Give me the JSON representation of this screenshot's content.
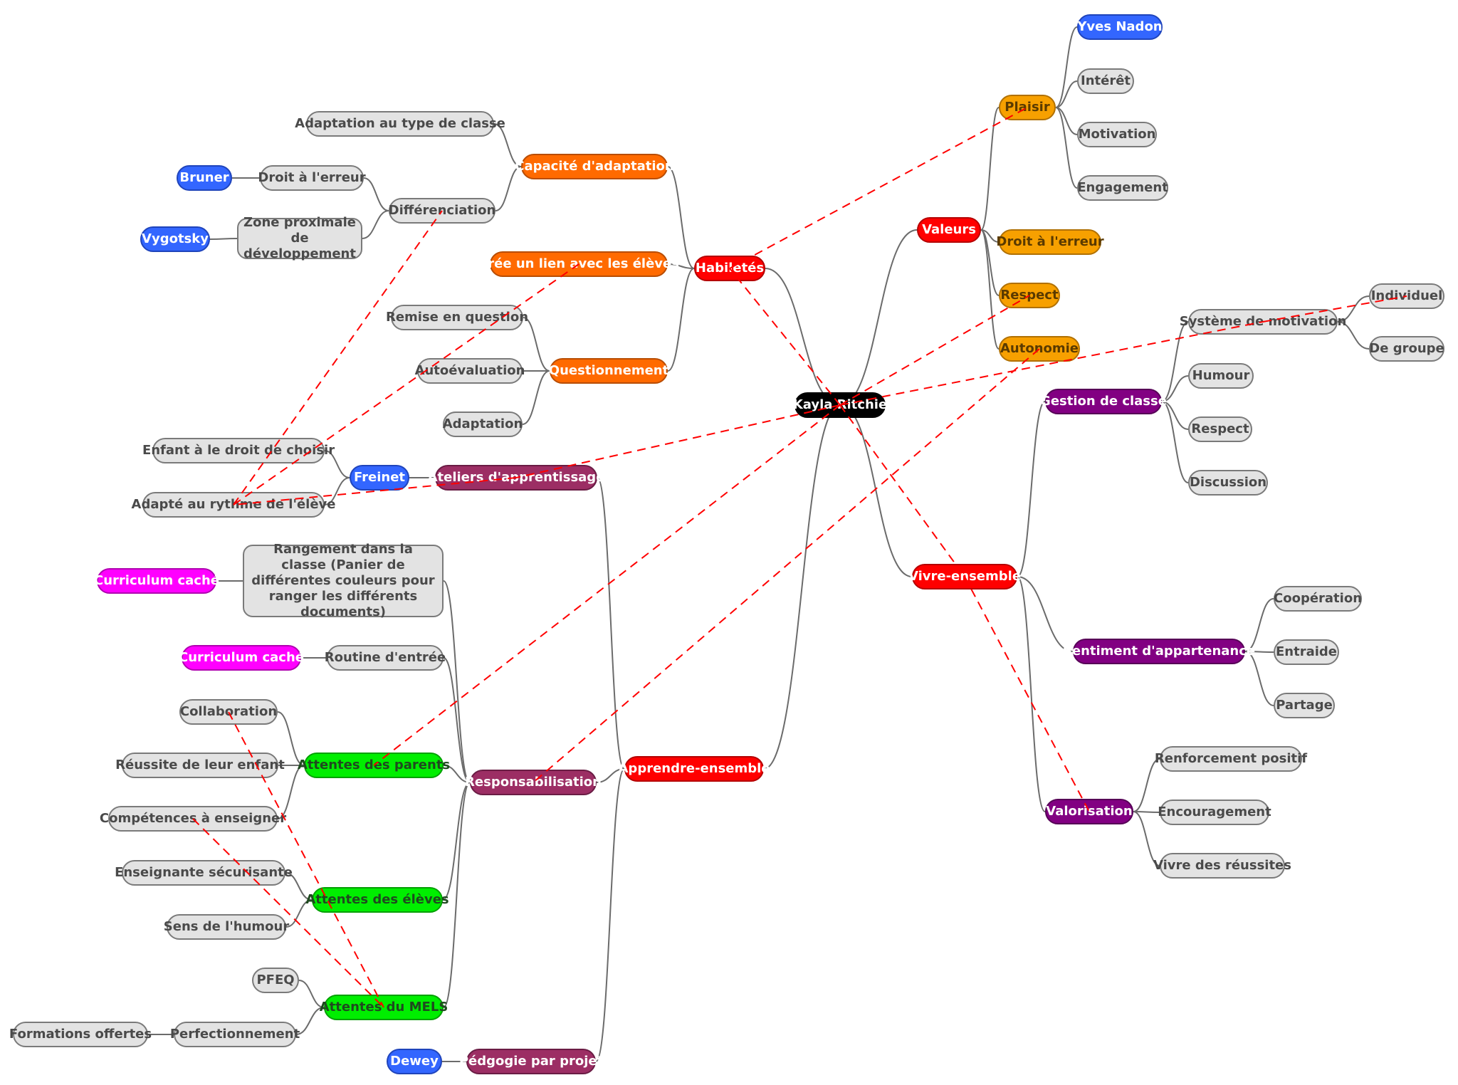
{
  "mindmap": {
    "root": "Kayla Ritchie",
    "nodes": {
      "root": "Kayla Ritchie",
      "valeurs": "Valeurs",
      "plaisir": "Plaisir",
      "yves": "Yves Nadon",
      "interet": "Intérêt",
      "motivation": "Motivation",
      "engagement": "Engagement",
      "droit_erreur_v": "Droit à l'erreur",
      "respect_v": "Respect",
      "autonomie": "Autonomie",
      "gestion": "Gestion de classe",
      "systeme": "Système de motivation",
      "individuel": "Individuel",
      "groupe": "De groupe",
      "humour": "Humour",
      "respect_g": "Respect",
      "discussion": "Discussion",
      "vivre": "Vivre-ensemble",
      "sentiment": "Sentiment d'appartenance",
      "cooperation": "Coopération",
      "entraide": "Entraide",
      "partage": "Partage",
      "valorisation": "Valorisation",
      "renforcement": "Renforcement positif",
      "encouragement": "Encouragement",
      "reussites": "Vivre des réussites",
      "habiletes": "Habiletés",
      "capacite": "Capacité d'adaptation",
      "adapt_type": "Adaptation au type de classe",
      "differenciation": "Différenciation",
      "droit_erreur_h": "Droit à l'erreur",
      "bruner": "Bruner",
      "zone": "Zone proximale de développement",
      "vygotsky": "Vygotsky",
      "lien": "Crée un lien avec les élèves",
      "questionnement": "Questionnement",
      "remise": "Remise en question",
      "autoeval": "Autoévaluation",
      "adaptation": "Adaptation",
      "apprendre": "Apprendre-ensemble",
      "ateliers": "Ateliers d'apprentissage",
      "freinet": "Freinet",
      "enfant_choisir": "Enfant à le droit de choisir",
      "rythme": "Adapté au rythme de l'élève",
      "responsabilisation": "Responsabilisation",
      "rangement": "Rangement dans la classe (Panier de différentes couleurs pour ranger les différents documents)",
      "curriculum1": "Curriculum caché",
      "routine": "Routine d'entrée",
      "curriculum2": "Curriculum caché",
      "att_parents": "Attentes des parents",
      "collaboration": "Collaboration",
      "reussite_enfant": "Réussite de leur enfant",
      "competences": "Compétences à enseigner",
      "att_eleves": "Attentes des élèves",
      "ens_securisante": "Enseignante sécurisante",
      "sens_humour": "Sens de l'humour",
      "att_mels": "Attentes du MELS",
      "pfeq": "PFEQ",
      "perfectionnement": "Perfectionnement",
      "formations": "Formations offertes",
      "pedagogie": "Pédgogie par projet",
      "dewey": "Dewey"
    },
    "hierarchy": [
      [
        "root",
        "valeurs"
      ],
      [
        "valeurs",
        "plaisir"
      ],
      [
        "plaisir",
        "yves"
      ],
      [
        "plaisir",
        "interet"
      ],
      [
        "plaisir",
        "motivation"
      ],
      [
        "plaisir",
        "engagement"
      ],
      [
        "valeurs",
        "droit_erreur_v"
      ],
      [
        "valeurs",
        "respect_v"
      ],
      [
        "valeurs",
        "autonomie"
      ],
      [
        "root",
        "vivre"
      ],
      [
        "vivre",
        "gestion"
      ],
      [
        "gestion",
        "systeme"
      ],
      [
        "systeme",
        "individuel"
      ],
      [
        "systeme",
        "groupe"
      ],
      [
        "gestion",
        "humour"
      ],
      [
        "gestion",
        "respect_g"
      ],
      [
        "gestion",
        "discussion"
      ],
      [
        "vivre",
        "sentiment"
      ],
      [
        "sentiment",
        "cooperation"
      ],
      [
        "sentiment",
        "entraide"
      ],
      [
        "sentiment",
        "partage"
      ],
      [
        "vivre",
        "valorisation"
      ],
      [
        "valorisation",
        "renforcement"
      ],
      [
        "valorisation",
        "encouragement"
      ],
      [
        "valorisation",
        "reussites"
      ],
      [
        "root",
        "habiletes"
      ],
      [
        "habiletes",
        "capacite"
      ],
      [
        "capacite",
        "adapt_type"
      ],
      [
        "capacite",
        "differenciation"
      ],
      [
        "differenciation",
        "droit_erreur_h"
      ],
      [
        "droit_erreur_h",
        "bruner"
      ],
      [
        "differenciation",
        "zone"
      ],
      [
        "zone",
        "vygotsky"
      ],
      [
        "habiletes",
        "lien"
      ],
      [
        "habiletes",
        "questionnement"
      ],
      [
        "questionnement",
        "remise"
      ],
      [
        "questionnement",
        "autoeval"
      ],
      [
        "questionnement",
        "adaptation"
      ],
      [
        "root",
        "apprendre"
      ],
      [
        "apprendre",
        "ateliers"
      ],
      [
        "ateliers",
        "freinet"
      ],
      [
        "freinet",
        "enfant_choisir"
      ],
      [
        "freinet",
        "rythme"
      ],
      [
        "apprendre",
        "responsabilisation"
      ],
      [
        "responsabilisation",
        "rangement"
      ],
      [
        "rangement",
        "curriculum1"
      ],
      [
        "responsabilisation",
        "routine"
      ],
      [
        "routine",
        "curriculum2"
      ],
      [
        "responsabilisation",
        "att_parents"
      ],
      [
        "att_parents",
        "collaboration"
      ],
      [
        "att_parents",
        "reussite_enfant"
      ],
      [
        "att_parents",
        "competences"
      ],
      [
        "responsabilisation",
        "att_eleves"
      ],
      [
        "att_eleves",
        "ens_securisante"
      ],
      [
        "att_eleves",
        "sens_humour"
      ],
      [
        "responsabilisation",
        "att_mels"
      ],
      [
        "att_mels",
        "pfeq"
      ],
      [
        "att_mels",
        "perfectionnement"
      ],
      [
        "perfectionnement",
        "formations"
      ],
      [
        "apprendre",
        "pedagogie"
      ],
      [
        "pedagogie",
        "dewey"
      ]
    ],
    "relationships": [
      [
        "root",
        "habiletes"
      ],
      [
        "root",
        "vivre"
      ],
      [
        "vivre",
        "valorisation"
      ],
      [
        "habiletes",
        "plaisir"
      ],
      [
        "root",
        "respect_v"
      ],
      [
        "root",
        "systeme"
      ],
      [
        "systeme",
        "individuel"
      ],
      [
        "root",
        "ateliers"
      ],
      [
        "ateliers",
        "rythme"
      ],
      [
        "rythme",
        "differenciation"
      ],
      [
        "rythme",
        "lien"
      ],
      [
        "autonomie",
        "responsabilisation"
      ],
      [
        "root",
        "att_parents"
      ],
      [
        "collaboration",
        "att_mels"
      ],
      [
        "competences",
        "att_mels"
      ]
    ],
    "colors": {
      "hierarchy_line": "#6b6b6b",
      "relationship_line": "#ff0000",
      "root": "#000000",
      "main_branch": "#ff0000",
      "habiletes_branch": "#ff6a00",
      "valeurs_branch": "#f7a000",
      "vivre_branch": "#820082",
      "apprendre_branch": "#9c2e64",
      "attentes": "#00ee00",
      "authors": "#3366ff",
      "curriculum": "#ff00ff",
      "leaf": "#e3e3e3"
    }
  }
}
